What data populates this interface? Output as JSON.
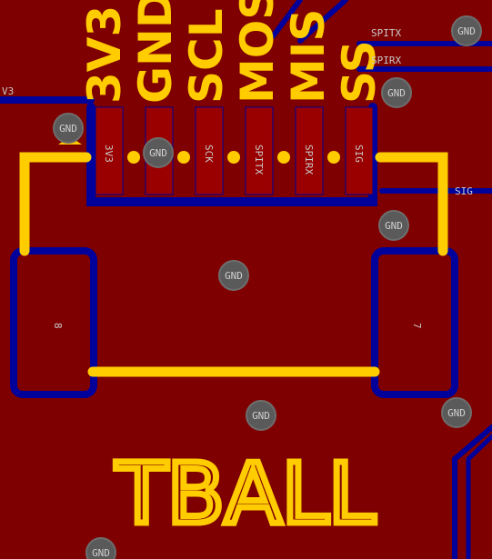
{
  "silkscreen": {
    "pin_labels": [
      "3V3",
      "GND",
      "SCL",
      "MOS",
      "MIS",
      "SS"
    ],
    "board_name": "TBALL"
  },
  "pads": {
    "labels": [
      "3V3",
      "GND",
      "SCK",
      "SPITX",
      "SPIRX",
      "SIG"
    ],
    "mount_left": "8",
    "mount_right": "7"
  },
  "nets": {
    "spitx": "SPITX",
    "spirx": "SPIRX",
    "v3": "V3",
    "sig": "SIG",
    "gnd": "GND"
  },
  "colors": {
    "board": "#7f0000",
    "trace": "#00009a",
    "silk": "#ffcc00",
    "via": "#5a5a5a",
    "pad": "#9a0000"
  }
}
